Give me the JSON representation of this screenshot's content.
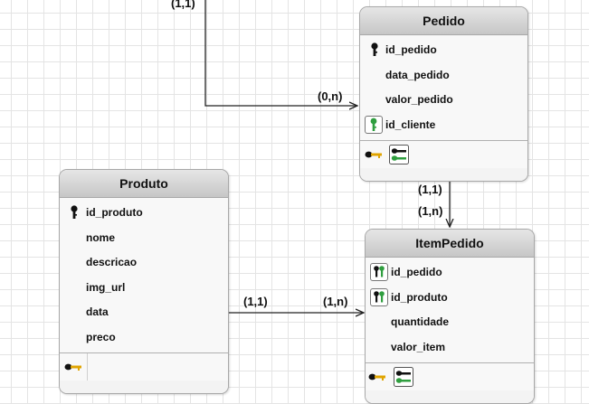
{
  "entities": {
    "pedido": {
      "title": "Pedido",
      "fields": [
        "id_pedido",
        "data_pedido",
        "valor_pedido",
        "id_cliente"
      ]
    },
    "produto": {
      "title": "Produto",
      "fields": [
        "id_produto",
        "nome",
        "descricao",
        "img_url",
        "data",
        "preco"
      ]
    },
    "itempedido": {
      "title": "ItemPedido",
      "fields": [
        "id_pedido",
        "id_produto",
        "quantidade",
        "valor_item"
      ]
    }
  },
  "cardinalities": {
    "cliente_pedido_top": "(1,1)",
    "cliente_pedido_end": "(0,n)",
    "pedido_item_top": "(1,1)",
    "pedido_item_end": "(1,n)",
    "produto_item_start": "(1,1)",
    "produto_item_end": "(1,n)"
  },
  "icons": {
    "primary_key": "key-icon",
    "foreign_key": "foreign-key-icon",
    "index": "index-icon"
  },
  "colors": {
    "line": "#222222",
    "header": "#d2d2d2",
    "key_green": "#2f9e3f"
  }
}
